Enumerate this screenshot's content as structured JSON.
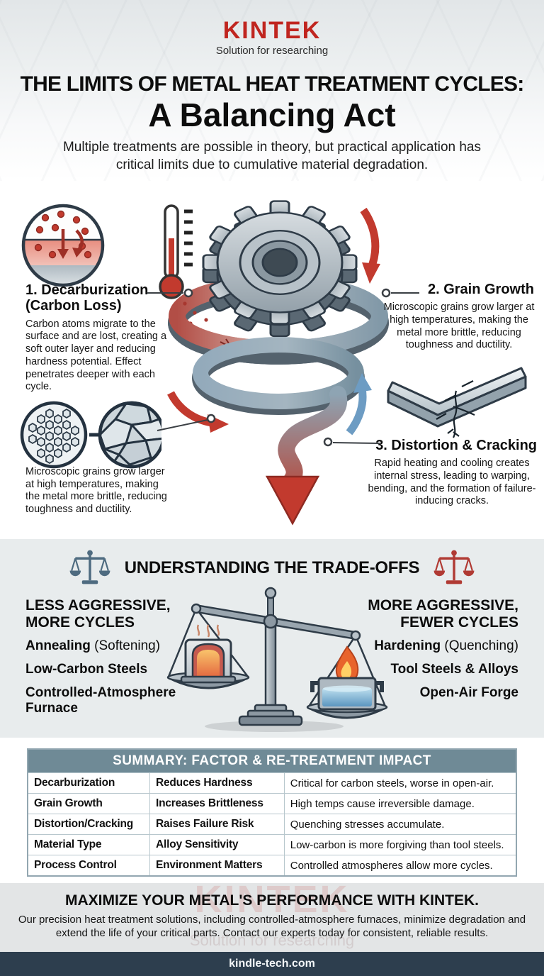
{
  "logo": {
    "name": "KINTEK",
    "tagline": "Solution for researching"
  },
  "title": {
    "line1": "THE LIMITS OF METAL HEAT TREATMENT CYCLES:",
    "line2": "A Balancing Act",
    "subtitle": "Multiple treatments are possible in theory, but practical application has critical limits due to cumulative material degradation."
  },
  "hero": {
    "decarburization": {
      "title": "1. Decarburization (Carbon Loss)",
      "body": "Carbon atoms migrate to the surface and are lost, creating a soft outer layer and reducing hardness potential. Effect penetrates deeper with each cycle."
    },
    "grain_growth": {
      "title": "2. Grain Growth",
      "body": "Microscopic grains grow larger at high temperatures, making the metal more brittle, reducing toughness and ductility."
    },
    "distortion": {
      "title": "3. Distortion & Cracking",
      "body": "Rapid heating and cooling creates internal stress, leading to warping, bending, and the formation of failure-inducing cracks."
    },
    "grain_caption": "Microscopic grains grow larger at high temperatures, making the metal more brittle, reducing toughness and ductility."
  },
  "tradeoffs": {
    "heading": "UNDERSTANDING THE TRADE-OFFS",
    "left": {
      "title": "LESS AGGRESSIVE, MORE CYCLES",
      "items": [
        {
          "bold": "Annealing",
          "rest": " (Softening)"
        },
        {
          "bold": "Low-Carbon Steels",
          "rest": ""
        },
        {
          "bold": "Controlled-Atmosphere Furnace",
          "rest": ""
        }
      ]
    },
    "right": {
      "title": "MORE AGGRESSIVE, FEWER CYCLES",
      "items": [
        {
          "bold": "Hardening",
          "rest": " (Quenching)"
        },
        {
          "bold": "Tool Steels & Alloys",
          "rest": ""
        },
        {
          "bold": "Open-Air Forge",
          "rest": ""
        }
      ]
    }
  },
  "summary": {
    "title": "SUMMARY: FACTOR & RE-TREATMENT IMPACT",
    "rows": [
      [
        "Decarburization",
        "Reduces Hardness",
        "Critical for carbon steels, worse in open-air."
      ],
      [
        "Grain Growth",
        "Increases Brittleness",
        "High temps cause irreversible damage."
      ],
      [
        "Distortion/Cracking",
        "Raises Failure Risk",
        "Quenching stresses accumulate."
      ],
      [
        "Material Type",
        "Alloy Sensitivity",
        "Low-carbon is more forgiving than tool steels."
      ],
      [
        "Process Control",
        "Environment Matters",
        "Controlled atmospheres allow more cycles."
      ]
    ]
  },
  "cta": {
    "heading": "MAXIMIZE YOUR METAL'S PERFORMANCE WITH KINTEK.",
    "body": "Our precision heat treatment solutions, including controlled-atmosphere furnaces, minimize degradation and extend the life of your critical parts. Contact our experts today for consistent, reliable results."
  },
  "footer": {
    "url": "kindle-tech.com"
  },
  "colors": {
    "brand_red": "#c0251f",
    "accent_red": "#c23a2e",
    "accent_blue": "#6d9cc3",
    "table_header": "#6f8a96",
    "tradeoffs_bg": "#e8eced",
    "footer_bg": "#2d3e4e"
  }
}
